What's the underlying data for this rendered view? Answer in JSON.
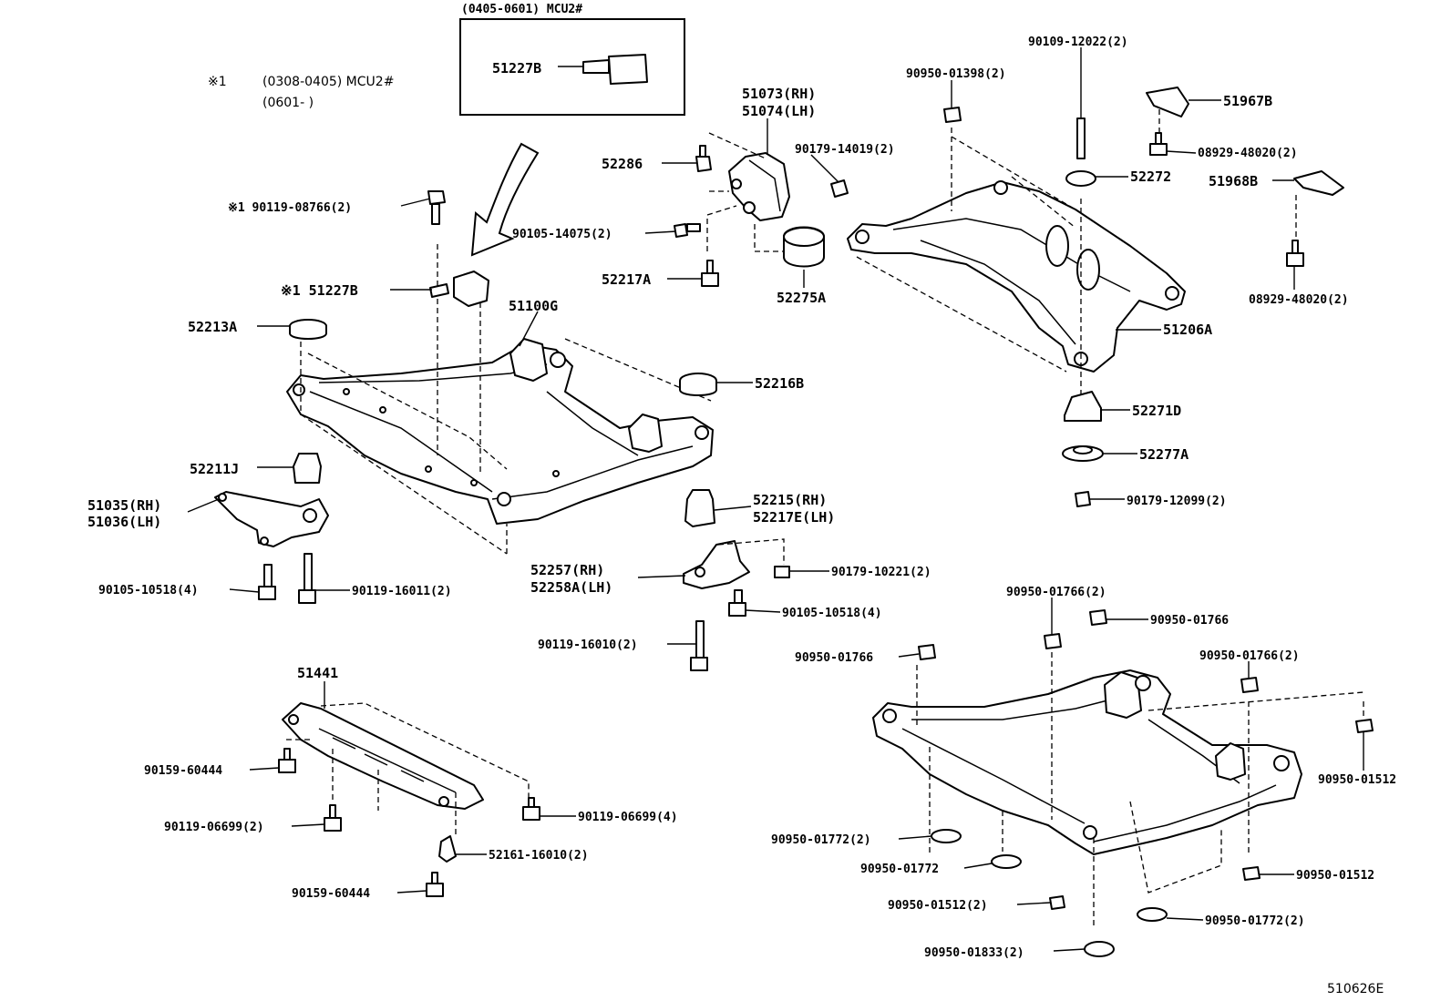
{
  "inset": {
    "header": "(0405-0601) MCU2#",
    "part": "51227B"
  },
  "note": {
    "mark": "※1",
    "line1": "(0308-0405) MCU2#",
    "line2": "(0601-      )"
  },
  "diagram_id": "510626E",
  "labels": {
    "l_51227B_star": "※1 51227B",
    "l_90119_08766": "※1  90119-08766(2)",
    "l_52213A": "52213A",
    "l_51100G": "51100G",
    "l_52216B": "52216B",
    "l_52211J": "52211J",
    "l_51035": "51035(RH)",
    "l_51036": "51036(LH)",
    "l_90105_10518a": "90105-10518(4)",
    "l_90119_16011": "90119-16011(2)",
    "l_52215": "52215(RH)",
    "l_52217E": "52217E(LH)",
    "l_52257": "52257(RH)",
    "l_52258A": "52258A(LH)",
    "l_90179_10221": "90179-10221(2)",
    "l_90105_10518b": "90105-10518(4)",
    "l_90119_16010": "90119-16010(2)",
    "l_52286": "52286",
    "l_51073": "51073(RH)",
    "l_51074": "51074(LH)",
    "l_90179_14019": "90179-14019(2)",
    "l_90105_14075": "90105-14075(2)",
    "l_52217A": "52217A",
    "l_52275A": "52275A",
    "l_90109_12022": "90109-12022(2)",
    "l_90950_01398": "90950-01398(2)",
    "l_51967B": "51967B",
    "l_08929_48020a": "08929-48020(2)",
    "l_52272": "52272",
    "l_51968B": "51968B",
    "l_08929_48020b": "08929-48020(2)",
    "l_51206A": "51206A",
    "l_52271D": "52271D",
    "l_52277A": "52277A",
    "l_90179_12099": "90179-12099(2)",
    "l_51441": "51441",
    "l_90159_60444a": "90159-60444",
    "l_90119_06699a": "90119-06699(2)",
    "l_90119_06699b": "90119-06699(4)",
    "l_52161_16010": "52161-16010(2)",
    "l_90159_60444b": "90159-60444",
    "l_90950_01766a": "90950-01766(2)",
    "l_90950_01766b": "90950-01766",
    "l_90950_01766c": "90950-01766",
    "l_90950_01766d": "90950-01766(2)",
    "l_90950_01512a": "90950-01512",
    "l_90950_01772a": "90950-01772(2)",
    "l_90950_01772b": "90950-01772",
    "l_90950_01512b": "90950-01512",
    "l_90950_01512c": "90950-01512(2)",
    "l_90950_01772c": "90950-01772(2)",
    "l_90950_01833": "90950-01833(2)"
  }
}
